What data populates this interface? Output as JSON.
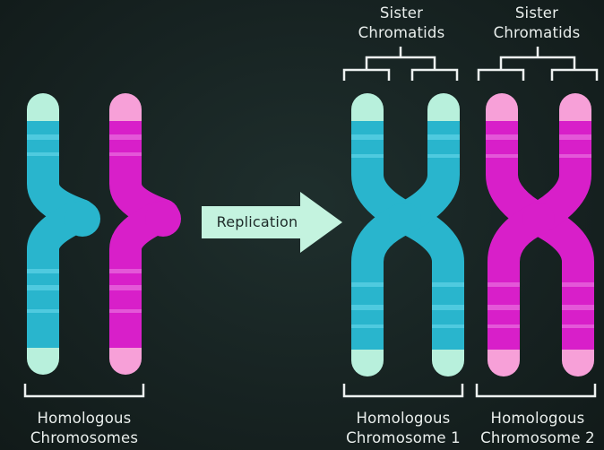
{
  "labels": {
    "sister_left_line1": "Sister",
    "sister_left_line2": "Chromatids",
    "sister_right_line1": "Sister",
    "sister_right_line2": "Chromatids",
    "homologous_line1": "Homologous",
    "homologous_line2": "Chromosomes",
    "chrom1_line1": "Homologous",
    "chrom1_line2": "Chromosome 1",
    "chrom2_line1": "Homologous",
    "chrom2_line2": "Chromosome 2",
    "arrow": "Replication"
  },
  "colors": {
    "background": "#172322",
    "cyan": "#29b5cd",
    "cyan_band": "#4fcadf",
    "cyan_tip": "#b8f0dc",
    "magenta": "#d81fc9",
    "magenta_band": "#e457d8",
    "magenta_tip": "#f7a0d8",
    "arrow": "#c4f3df",
    "bracket": "#eef2f1"
  }
}
